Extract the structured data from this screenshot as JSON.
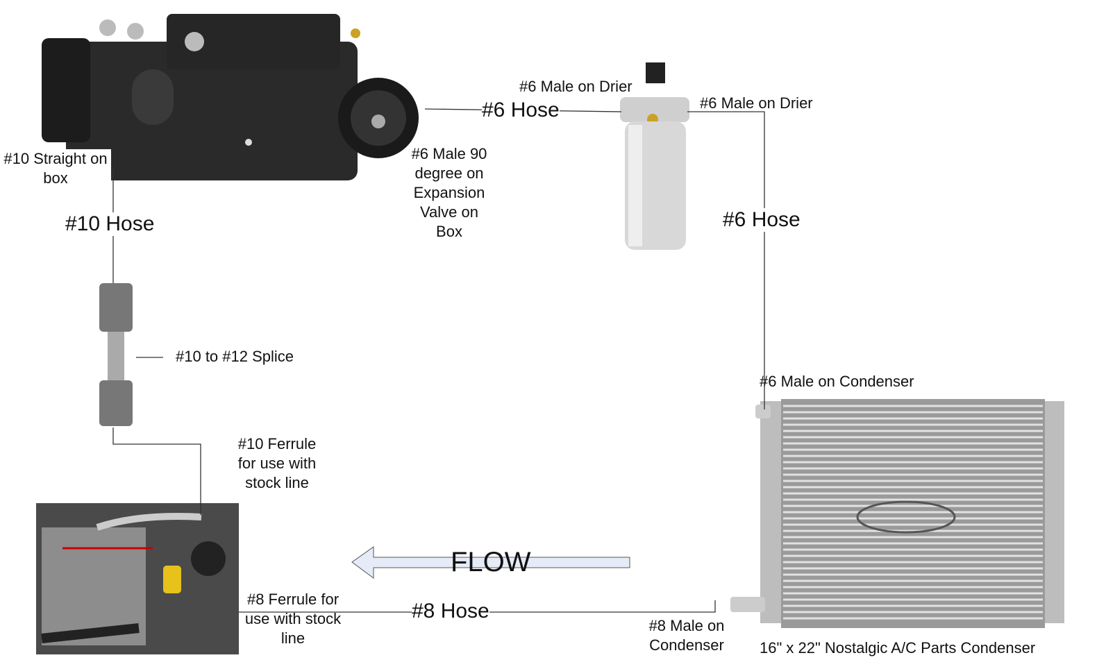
{
  "labels": {
    "straight_on_box": "#10 Straight on box",
    "straight_on_box_l1": "#10 Straight on",
    "straight_on_box_l2": "box",
    "hose10": "#10 Hose",
    "splice": "#10 to #12 Splice",
    "ferrule10_l1": "#10 Ferrule",
    "ferrule10_l2": "for use with",
    "ferrule10_l3": "stock line",
    "male90_l1": "#6 Male 90",
    "male90_l2": "degree on",
    "male90_l3": "Expansion",
    "male90_l4": "Valve on",
    "male90_l5": "Box",
    "hose6_top": "#6 Hose",
    "male_drier_left": "#6 Male on Drier",
    "male_drier_right": "#6 Male on Drier",
    "hose6_right": "#6 Hose",
    "male_condenser": "#6 Male on Condenser",
    "flow": "FLOW",
    "hose8": "#8 Hose",
    "ferrule8_l1": "#8 Ferrule for",
    "ferrule8_l2": "use with stock",
    "ferrule8_l3": "line",
    "male8_l1": "#8 Male on",
    "male8_l2": "Condenser",
    "condenser_caption": "16\" x 22\" Nostalgic A/C Parts Condenser"
  },
  "colors": {
    "line": "#333333",
    "arrow_fill": "#e6ecf7",
    "arrow_stroke": "#555555"
  }
}
